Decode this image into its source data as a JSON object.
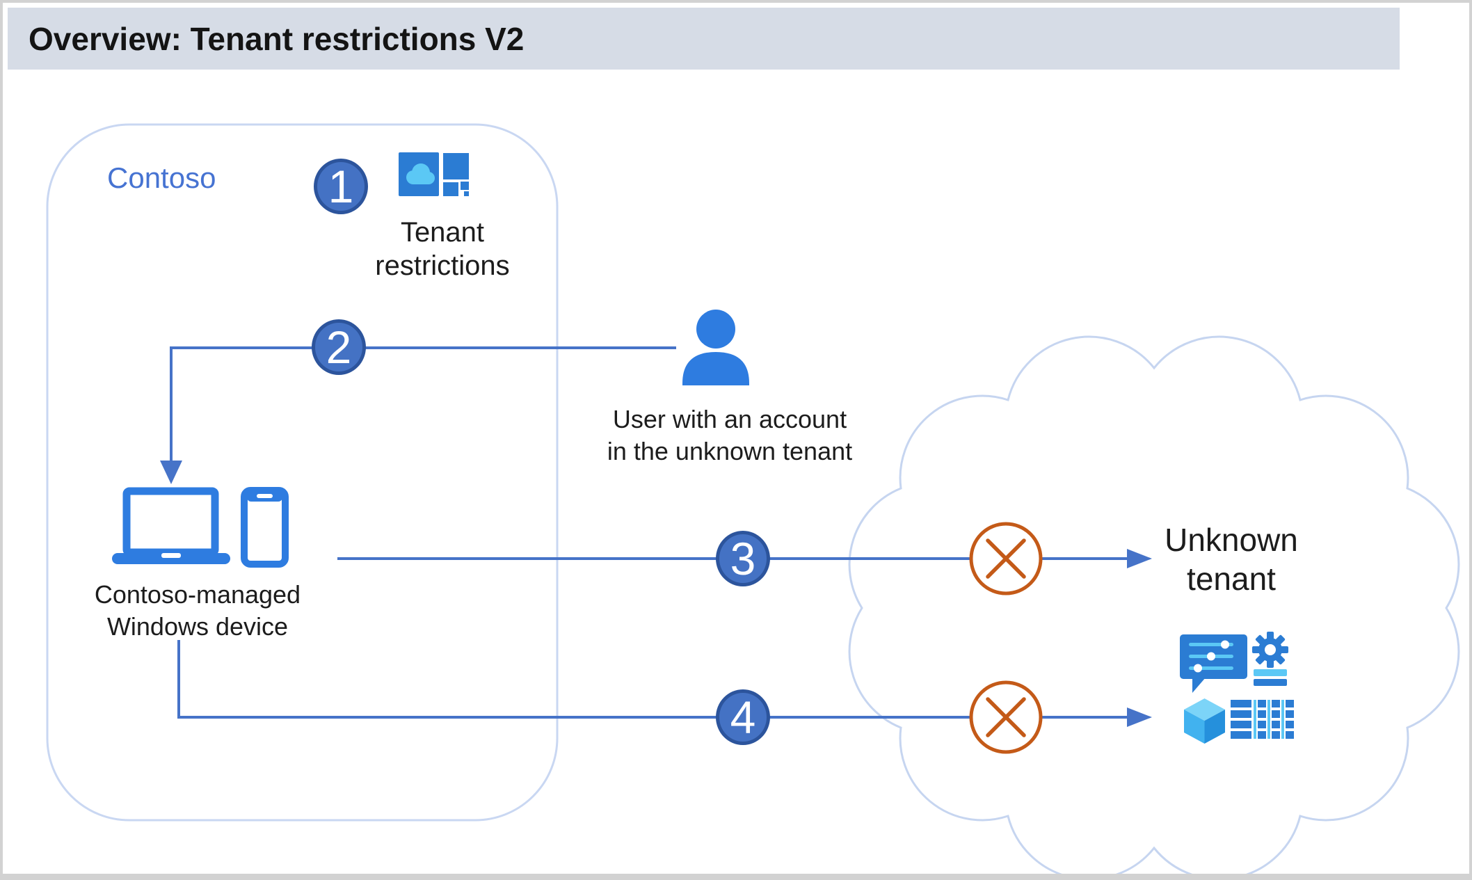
{
  "title": "Overview: Tenant restrictions V2",
  "contoso_zone": {
    "label": "Contoso"
  },
  "badges": {
    "step1": "1",
    "step2": "2",
    "step3": "3",
    "step4": "4"
  },
  "labels": {
    "tenant_restrictions": "Tenant\nrestrictions",
    "user": "User with an account\nin the unknown tenant",
    "device": "Contoso-managed\nWindows device",
    "unknown_tenant": "Unknown\ntenant"
  },
  "icons": {
    "tenant_restrictions": "cloud-tiles-icon",
    "user": "person-icon",
    "device": "laptop-icon + phone-icon",
    "deny": "crossed-circle-icon",
    "apps": [
      "chat-settings-icon",
      "gear-icon",
      "cube-icon",
      "table-icon"
    ]
  },
  "colors": {
    "titlebar_bg": "#d6dce6",
    "frame_border": "#d2d2d2",
    "text": "#1c1c1c",
    "contoso_text": "#4673d2",
    "container_stroke": "#c9d7f2",
    "cloud_stroke": "#c6d5f0",
    "connector_blue": "#4673c8",
    "badge_fill": "#4472c4",
    "badge_stroke": "#2c549c",
    "badge_text": "#ffffff",
    "deny_orange": "#c45a18",
    "icon_blue": "#2b7cd3",
    "device_blue": "#2e7ce0",
    "icon_cyan": "#5bc8f5",
    "cube_top": "#7cd4f8",
    "cube_left": "#41b2ef",
    "cube_right": "#2590dc"
  }
}
